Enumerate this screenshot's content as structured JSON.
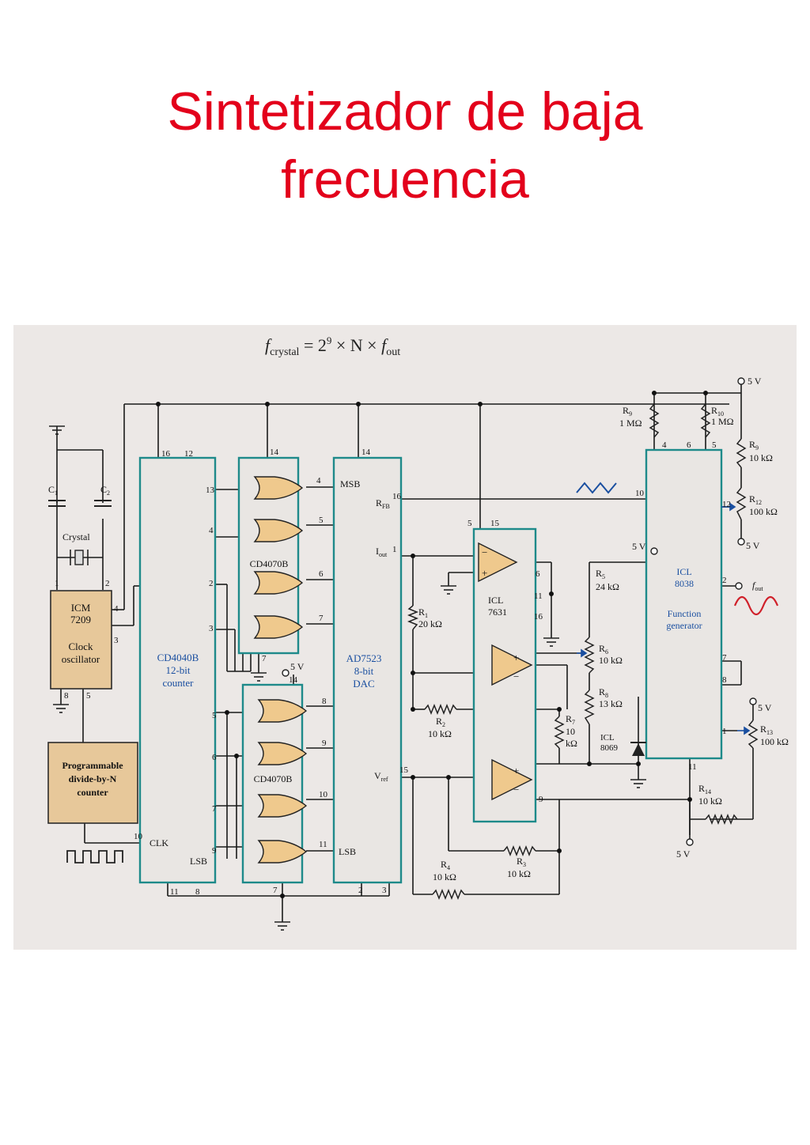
{
  "title": {
    "line1": "Sintetizador de baja",
    "line2": "frecuencia"
  },
  "formula": {
    "f": "f",
    "crystal": "crystal",
    "rest": " = 2",
    "exp": "9",
    "mid": " × N × ",
    "f2": "f",
    "out": "out"
  },
  "chips": {
    "icm7209": {
      "l1": "ICM",
      "l2": "7209",
      "l3": "Clock",
      "l4": "oscillator"
    },
    "divider": {
      "l1": "Programmable",
      "l2": "divide-by-N",
      "l3": "counter"
    },
    "cd4040": {
      "l1": "CD4040B",
      "l2": "12-bit",
      "l3": "counter",
      "clk": "CLK",
      "lsb": "LSB"
    },
    "cd4070_top": "CD4070B",
    "cd4070_bottom": "CD4070B",
    "ad7523": {
      "l1": "AD7523",
      "l2": "8-bit",
      "l3": "DAC",
      "msb": "MSB",
      "lsb": "LSB",
      "rfb": "R",
      "rfb_sub": "FB",
      "iout": "I",
      "iout_sub": "out",
      "vref": "V",
      "vref_sub": "ref"
    },
    "icl7631": {
      "l1": "ICL",
      "l2": "7631"
    },
    "icl8069": {
      "l1": "ICL",
      "l2": "8069"
    },
    "icl8038": {
      "l1": "ICL",
      "l2": "8038",
      "l3": "Function",
      "l4": "generator"
    }
  },
  "labels": {
    "c1": "C",
    "c1_sub": "1",
    "c2": "C",
    "c2_sub": "2",
    "crystal": "Crystal",
    "fout": "f",
    "fout_sub": "out",
    "r1": "R",
    "r1_sub": "1",
    "r1_val": "20 kΩ",
    "r2": "R",
    "r2_sub": "2",
    "r2_val": "10 kΩ",
    "r3": "R",
    "r3_sub": "3",
    "r3_val": "10 kΩ",
    "r4": "R",
    "r4_sub": "4",
    "r4_val": "10 kΩ",
    "r5": "R",
    "r5_sub": "5",
    "r5_val": "24 kΩ",
    "r6": "R",
    "r6_sub": "6",
    "r6_val": "10 kΩ",
    "r7": "R",
    "r7_sub": "7",
    "r7_val1": "10",
    "r7_val2": "kΩ",
    "r8": "R",
    "r8_sub": "8",
    "r8_val": "13 kΩ",
    "r9a": "R",
    "r9a_sub": "9",
    "r9a_val": "1 MΩ",
    "r10": "R",
    "r10_sub": "10",
    "r10_val": "1 MΩ",
    "r9b": "R",
    "r9b_sub": "9",
    "r9b_val": "10 kΩ",
    "r12": "R",
    "r12_sub": "12",
    "r12_val": "100 kΩ",
    "r13": "R",
    "r13_sub": "13",
    "r13_val": "100 kΩ",
    "r14": "R",
    "r14_sub": "14",
    "r14_val": "10 kΩ",
    "v5": "5 V"
  },
  "pins": {
    "icm": [
      "1",
      "2",
      "4",
      "3",
      "8",
      "5"
    ],
    "cd4040": [
      "16",
      "12",
      "13",
      "4",
      "2",
      "3",
      "5",
      "6",
      "7",
      "9",
      "10",
      "11",
      "8"
    ],
    "xor_top": [
      "14",
      "7"
    ],
    "xor_bottom": [
      "14",
      "7"
    ],
    "dac": [
      "14",
      "4",
      "5",
      "6",
      "7",
      "8",
      "9",
      "10",
      "11",
      "16",
      "1",
      "15",
      "2",
      "3"
    ],
    "icl7631": [
      "5",
      "15",
      "6",
      "11",
      "16",
      "9"
    ],
    "icl8038": [
      "4",
      "6",
      "5",
      "10",
      "2",
      "12",
      "7",
      "8",
      "1",
      "11"
    ]
  }
}
